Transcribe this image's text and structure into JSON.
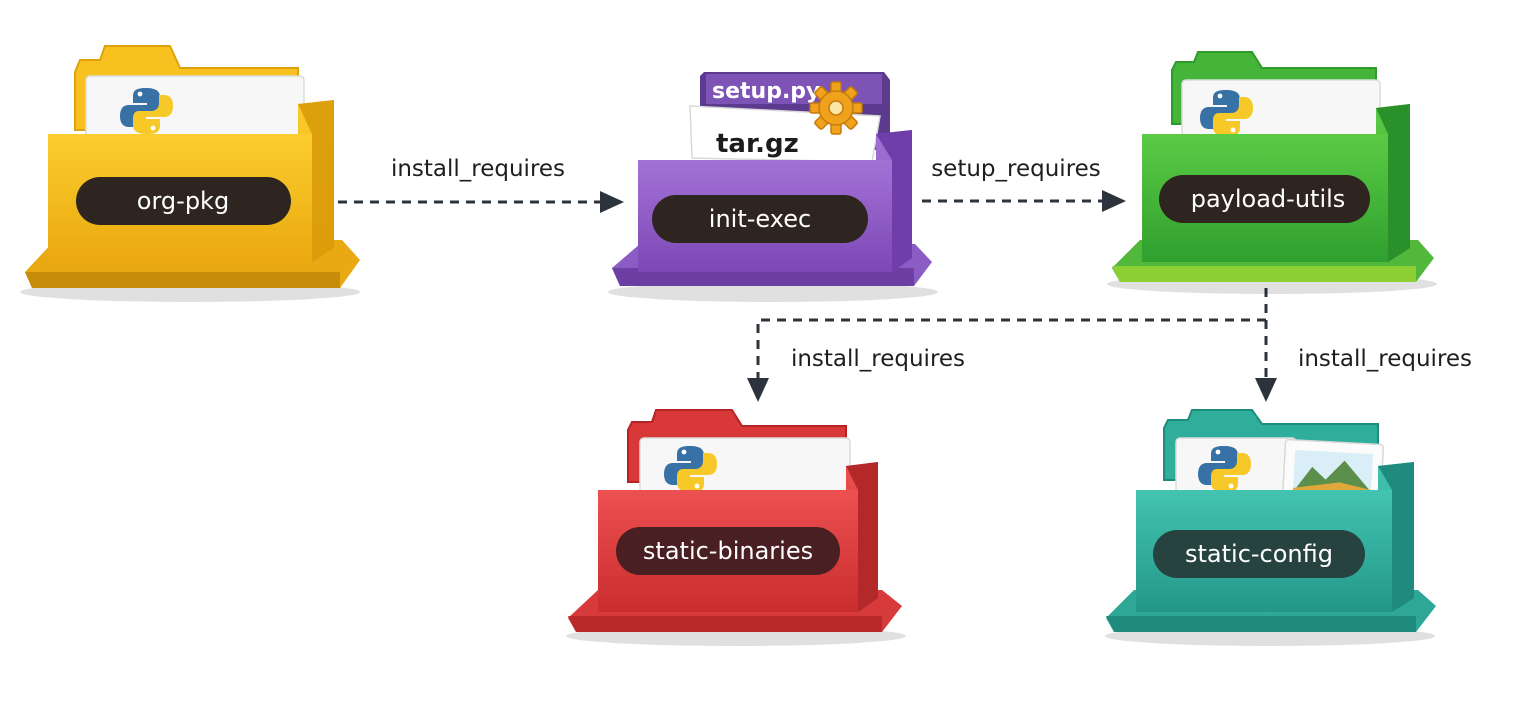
{
  "colors": {
    "org_pkg": "#f3bd1b",
    "init_exec": "#8c59c2",
    "payload_utils": "#3fb83a",
    "static_binaries": "#de3d3d",
    "static_config": "#2fae9c",
    "label_pill": "#2e2520",
    "arrow": "#2c333d"
  },
  "packages": {
    "org_pkg": {
      "label": "org-pkg",
      "icon": "python-logo-icon"
    },
    "init_exec": {
      "label": "init-exec",
      "file_label": "tar.gz",
      "tab_label": "setup.py",
      "icon": "gear-icon"
    },
    "payload_utils": {
      "label": "payload-utils",
      "icon": "python-logo-icon"
    },
    "static_binaries": {
      "label": "static-binaries",
      "icon": "python-logo-icon"
    },
    "static_config": {
      "label": "static-config",
      "icon": "python-logo-icon",
      "extra_icon": "image-icon"
    }
  },
  "edges": [
    {
      "from": "org-pkg",
      "to": "init-exec",
      "label": "install_requires"
    },
    {
      "from": "init-exec",
      "to": "payload-utils",
      "label": "setup_requires"
    },
    {
      "from": "payload-utils",
      "to": "static-binaries",
      "label": "install_requires"
    },
    {
      "from": "payload-utils",
      "to": "static-config",
      "label": "install_requires"
    }
  ]
}
